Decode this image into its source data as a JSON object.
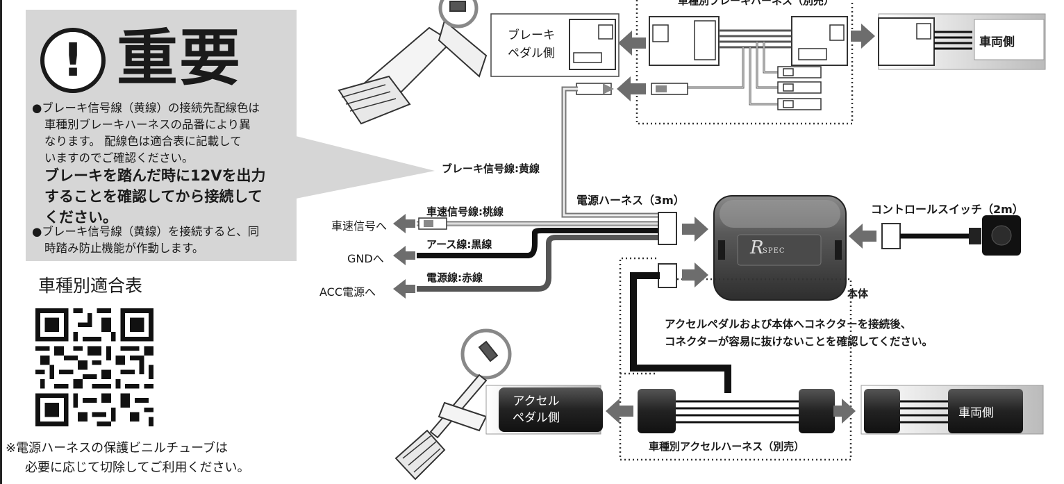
{
  "notice": {
    "title": "重要",
    "mark": "!",
    "bullet1_line1": "●ブレーキ信号線（黄線）の接続先配線色は",
    "bullet1_line2": "車種別ブレーキハーネスの品番により異",
    "bullet1_line3": "なります。 配線色は適合表に記載して",
    "bullet1_line4": "いますのでご確認ください。",
    "emphasis_line1": "ブレーキを踏んだ時に12Vを出力",
    "emphasis_line2": "することを確認してから接続して",
    "emphasis_line3": "ください。",
    "bullet2_line1": "●ブレーキ信号線（黄線）を接続すると、同",
    "bullet2_line2": "時踏み防止機能が作動します。"
  },
  "compatibility": {
    "title": "車種別適合表"
  },
  "footnote": {
    "line1": "※電源ハーネスの保護ビニルチューブは",
    "line2": "必要に応じて切除してご利用ください。"
  },
  "brake_section": {
    "harness_title": "車種別ブレーキハーネス（別売）",
    "pedal_side": [
      "ブレーキ",
      "ペダル側"
    ],
    "vehicle_side": "車両側",
    "signal_wire": "ブレーキ信号線:黄線"
  },
  "power_harness": {
    "title": "電源ハーネス（3m）",
    "wires": [
      {
        "label": "車速信号線:桃線",
        "destination": "車速信号へ"
      },
      {
        "label": "アース線:黒線",
        "destination": "GNDへ"
      },
      {
        "label": "電源線:赤線",
        "destination": "ACC電源へ"
      }
    ]
  },
  "main_unit": {
    "label": "本体",
    "logo_letter": "R",
    "logo_text": "SPEC"
  },
  "control_switch": {
    "label": "コントロールスイッチ（2m）"
  },
  "instruction": {
    "line1": "アクセルペダルおよび本体へコネクターを接続後、",
    "line2": "コネクターが容易に抜けないことを確認してください。"
  },
  "accel_section": {
    "harness_title": "車種別アクセルハーネス（別売）",
    "pedal_side": [
      "アクセル",
      "ペダル側"
    ],
    "vehicle_side": "車両側"
  },
  "colors": {
    "panel_gray": "#d6d6d6",
    "arrow_gray": "#707070",
    "unit_dark": "#3c3c3c"
  }
}
